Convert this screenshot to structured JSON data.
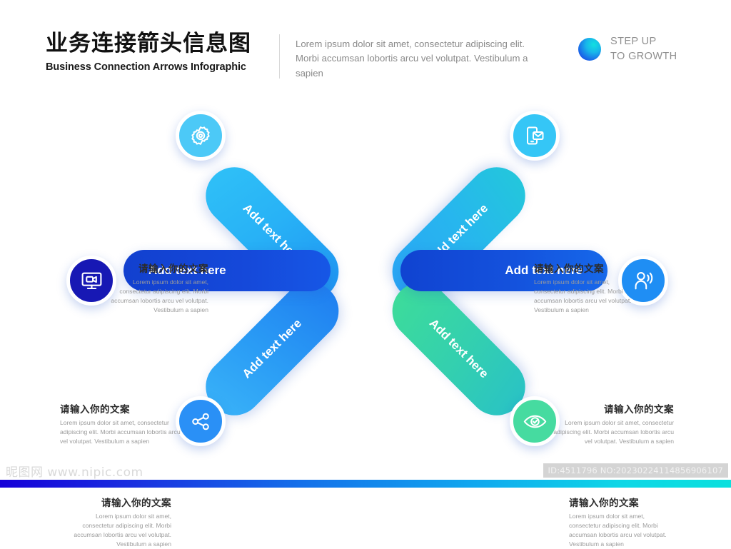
{
  "header": {
    "title_cn": "业务连接箭头信息图",
    "title_en": "Business Connection Arrows Infographic",
    "description": "Lorem ipsum dolor sit amet, consectetur adipiscing elit. Morbi accumsan lobortis arcu vel volutpat. Vestibulum a sapien",
    "brand_line1": "STEP UP",
    "brand_line2": "TO GROWTH"
  },
  "arrows": {
    "left": {
      "diagonal_top_label": "Add text here",
      "diagonal_bottom_label": "Add text here",
      "bar_label": "Add text here"
    },
    "right": {
      "diagonal_top_label": "Add text here",
      "diagonal_bottom_label": "Add text here",
      "bar_label": "Add text here"
    }
  },
  "callouts": [
    {
      "position": "top-left",
      "heading": "请输入你的文案",
      "body": "Lorem ipsum dolor sit amet, consectetur adipiscing elit. Morbi accumsan lobortis arcu vel volutpat. Vestibulum a sapien",
      "icon": "gear-icon",
      "icon_color": "#4cc9f7"
    },
    {
      "position": "top-right",
      "heading": "请输入你的文案",
      "body": "Lorem ipsum dolor sit amet, consectetur adipiscing elit. Morbi accumsan lobortis arcu vel volutpat. Vestibulum a sapien",
      "icon": "mobile-mail-icon",
      "icon_color": "#35c6f6"
    },
    {
      "position": "middle-left",
      "heading": "请输入你的文案",
      "body": "Lorem ipsum dolor sit amet, consectetur adipiscing elit. Morbi accumsan lobortis arcu vel volutpat. Vestibulum a sapien",
      "icon": "monitor-video-icon",
      "icon_color": "#1718b4"
    },
    {
      "position": "middle-right",
      "heading": "请输入你的文案",
      "body": "Lorem ipsum dolor sit amet, consectetur adipiscing elit. Morbi accumsan lobortis arcu vel volutpat. Vestibulum a sapien",
      "icon": "person-broadcast-icon",
      "icon_color": "#1f8ef4"
    },
    {
      "position": "bottom-left",
      "heading": "请输入你的文案",
      "body": "Lorem ipsum dolor sit amet, consectetur adipiscing elit. Morbi accumsan lobortis arcu vel volutpat. Vestibulum a sapien",
      "icon": "share-icon",
      "icon_color": "#2a90f6"
    },
    {
      "position": "bottom-right",
      "heading": "请输入你的文案",
      "body": "Lorem ipsum dolor sit amet, consectetur adipiscing elit. Morbi accumsan lobortis arcu vel volutpat. Vestibulum a sapien",
      "icon": "eye-check-icon",
      "icon_color": "#46dba0"
    }
  ],
  "footer": {
    "watermark": "昵图网 www.nipic.com",
    "id_badge": "ID:4511796 NO:20230224114856906107"
  },
  "colors": {
    "deep_blue": "#1240cf",
    "light_blue": "#2fc0f7",
    "cyan": "#23c7db",
    "green": "#3ddc9a",
    "heading_text": "#2b2b2b",
    "body_text": "#9b9b9b"
  }
}
